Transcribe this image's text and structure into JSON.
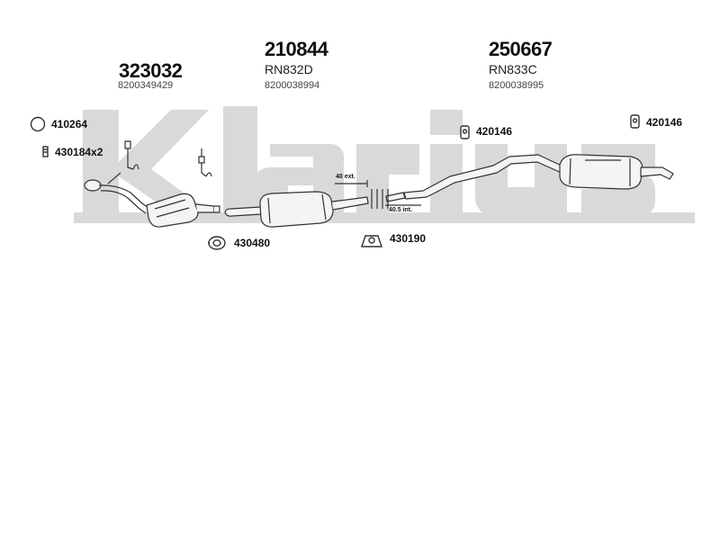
{
  "watermark": {
    "text": "Klarius",
    "color": "#d9d9d9"
  },
  "parts": [
    {
      "id": "catalyst",
      "number": "323032",
      "oem": "8200349429"
    },
    {
      "id": "middle",
      "number": "210844",
      "ref": "RN832D",
      "oem": "8200038994"
    },
    {
      "id": "rear",
      "number": "250667",
      "ref": "RN833C",
      "oem": "8200038995"
    }
  ],
  "accessories": {
    "ring": "410264",
    "bolt": "430184x2",
    "clamp": "430480",
    "hanger": "430190",
    "rubber_mid": "420146",
    "rubber_rear": "420146"
  },
  "dimensions": {
    "ext": "40 ext.",
    "int": "40.5 int."
  },
  "colors": {
    "stroke": "#333333",
    "fill": "#f4f4f4",
    "shade": "#c8c8c8"
  }
}
